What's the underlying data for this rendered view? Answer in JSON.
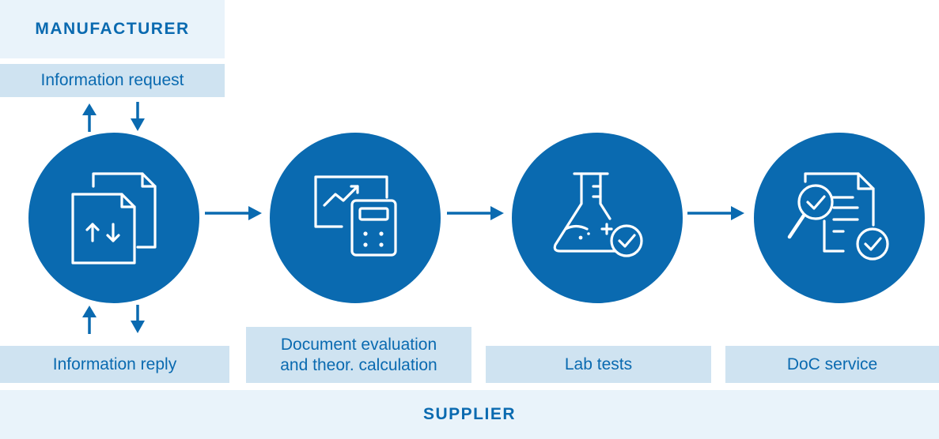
{
  "manufacturer": {
    "title": "MANUFACTURER",
    "request_label": "Information request"
  },
  "steps": [
    {
      "label": "Information reply",
      "icon": "document-exchange-icon"
    },
    {
      "label": "Document evaluation\nand theor. calculation",
      "icon": "chart-calculator-icon"
    },
    {
      "label": "Lab tests",
      "icon": "flask-check-icon"
    },
    {
      "label": "DoC service",
      "icon": "document-magnifier-check-icon"
    }
  ],
  "supplier": {
    "title": "SUPPLIER"
  },
  "colors": {
    "primary": "#0a6ab0",
    "label_background": "#cfe3f1",
    "header_background": "#e9f3fa",
    "icon_stroke": "#ffffff"
  }
}
